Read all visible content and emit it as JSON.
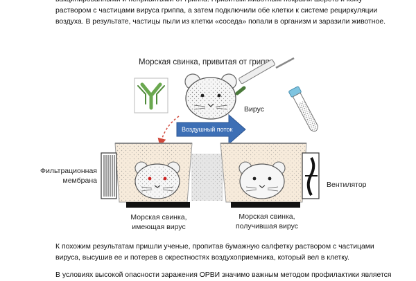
{
  "paragraphs": {
    "top": "вакцинированными и непривитыми от гриппа. Привитым животным покрыли шерсть и кожу раствором с частицами вируса гриппа, а затем подключили обе клетки к системе рециркуляции воздуха. В результате, частицы пыли из клетки «соседа» попали в организм и заразили животное.",
    "middle": "К похожим результатам пришли ученые, пропитав бумажную салфетку раствором с частицами вируса, высушив ее и потерев в окрестностях воздухоприемника, который вел в клетку.",
    "bottom": "В условиях высокой опасности заражения ОРВИ значимо важным методом профилактики является"
  },
  "figure": {
    "title": "Морская свинка, привитая от гриппа",
    "virus_label": "Вирус",
    "airflow_label": "Воздушный поток",
    "filter_label": [
      "Фильтрационная",
      "мембрана"
    ],
    "fan_label": "Вентилятор",
    "left_cage_label": [
      "Морская свинка,",
      "имеющая вирус"
    ],
    "right_cage_label": [
      "Морская свинка,",
      "получившая вирус"
    ],
    "colors": {
      "antibody": "#6aa84f",
      "airflow_arrow": "#3d6fb5",
      "cage_fill": "#f7ebdb",
      "dashed_arrow": "#d0473a",
      "tube_cap": "#7fc4e0"
    },
    "icons": [
      "antibody-icon",
      "syringe-icon",
      "test-tube-icon",
      "fan-icon",
      "filter-icon"
    ]
  }
}
